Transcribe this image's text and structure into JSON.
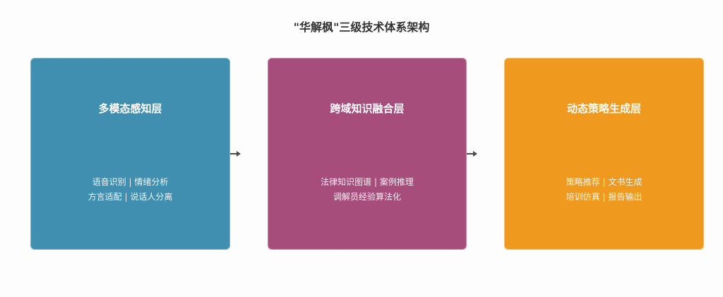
{
  "diagram": {
    "title": "\"华解枫\"三级技术体系架构",
    "layers": [
      {
        "title": "多模态感知层",
        "color": "#418fb0",
        "lines": [
          "语音识别 | 情绪分析",
          "方言适配 | 说话人分离"
        ]
      },
      {
        "title": "跨域知识融合层",
        "color": "#a64d7b",
        "lines": [
          "法律知识图谱 | 案例推理",
          "调解员经验算法化"
        ]
      },
      {
        "title": "动态策略生成层",
        "color": "#ef9a1f",
        "lines": [
          "策略推荐 | 文书生成",
          "培训仿真 | 报告输出"
        ]
      }
    ],
    "connectors": [
      {
        "from": "多模态感知层",
        "to": "跨域知识融合层",
        "icon": "arrow-right-icon"
      },
      {
        "from": "跨域知识融合层",
        "to": "动态策略生成层",
        "icon": "arrow-right-icon"
      }
    ],
    "arrow_color": "#4a4a4a"
  }
}
